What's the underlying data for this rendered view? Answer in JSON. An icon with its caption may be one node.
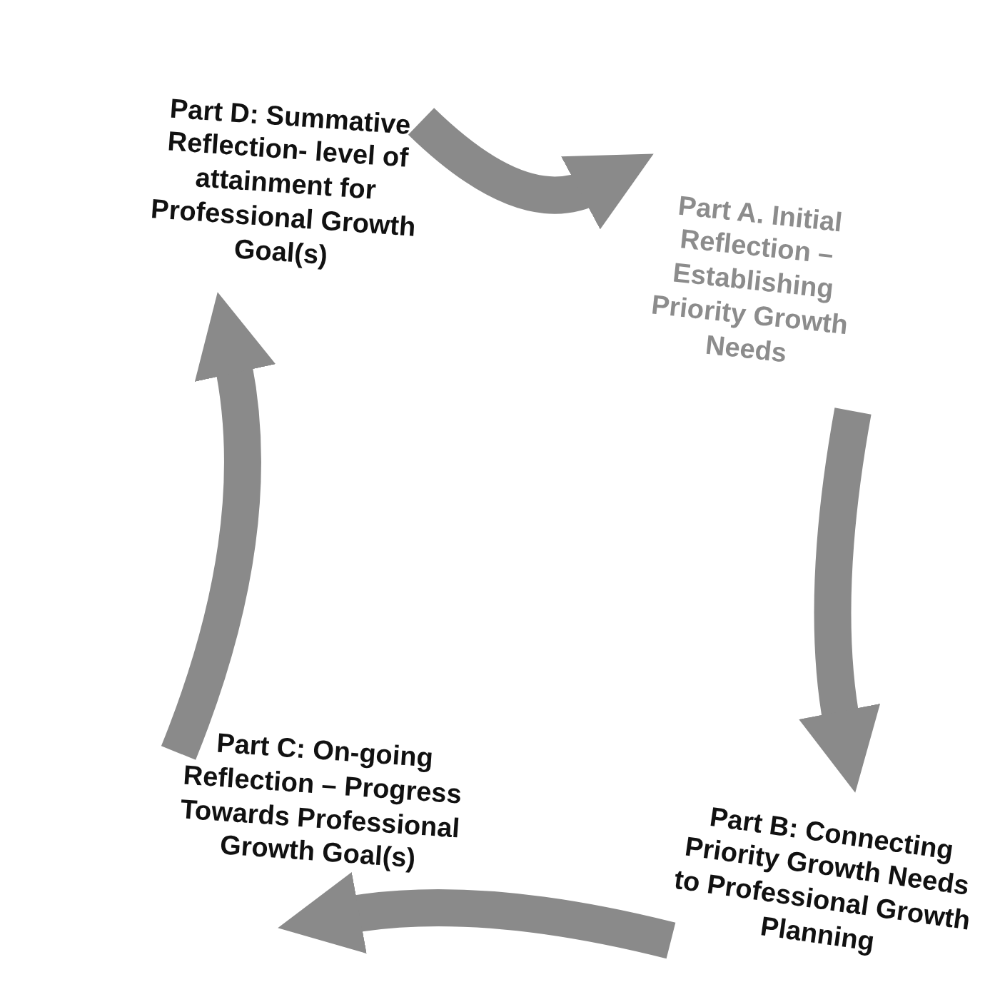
{
  "diagram": {
    "nodes": [
      {
        "text": [
          "Part D:  Summative Reflection- level of attainment for Professional Growth Goal(s)"
        ]
      },
      {
        "text": [
          "Part A. Initial Reflection – Establishing Priority Growth Needs"
        ]
      },
      {
        "text": [
          "Part B:  Connecting Priority Growth Needs to Professional Growth Planning"
        ]
      },
      {
        "text": [
          "Part C:  On-going Reflection – Progress Towards Professional Growth Goal(s)"
        ]
      }
    ],
    "edges": [
      {
        "from": 0,
        "to": 1,
        "arrow": "to"
      },
      {
        "from": 1,
        "to": 2,
        "arrow": "to"
      },
      {
        "from": 2,
        "to": 3,
        "arrow": "to"
      },
      {
        "from": 3,
        "to": 0,
        "arrow": "to"
      }
    ]
  }
}
